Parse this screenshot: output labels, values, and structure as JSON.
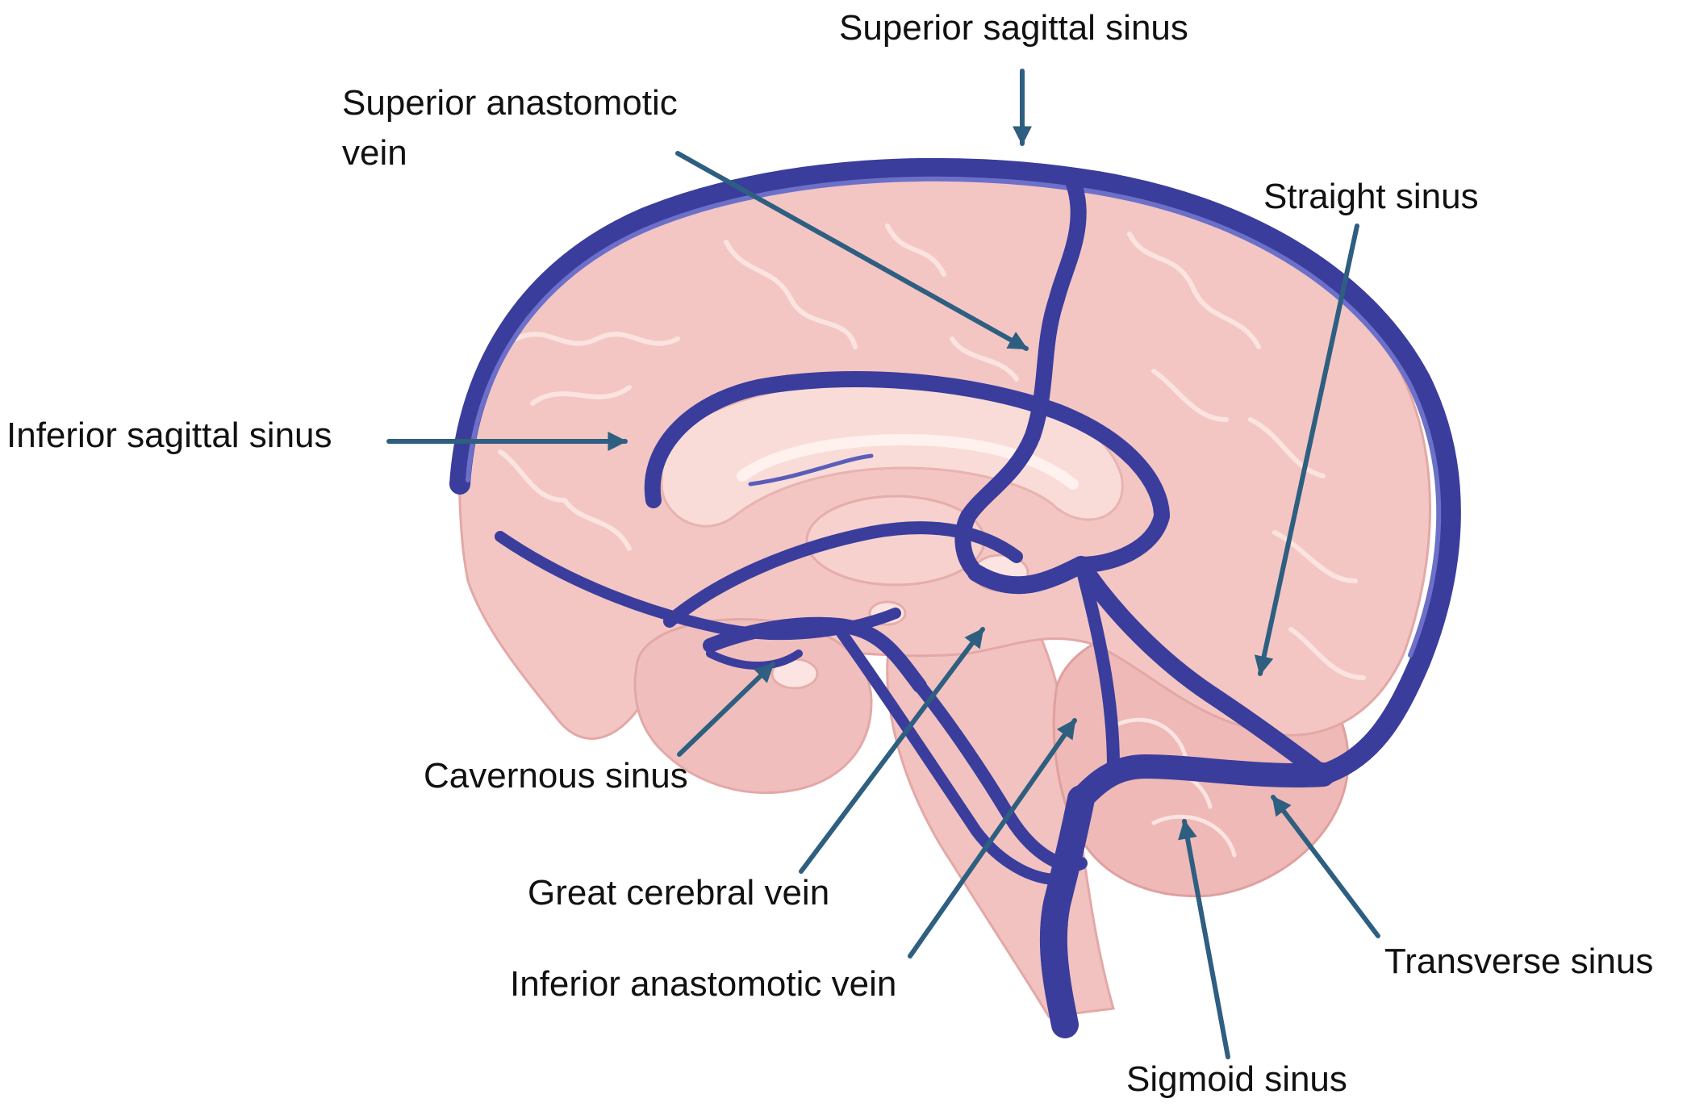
{
  "colors": {
    "vein": "#3a3d9c",
    "vein_highlight": "#6c70c8",
    "brain": "#f3c6c4",
    "brain_shadow": "#e3a8a6",
    "brain_light": "#f9dcd8",
    "arrow": "#2e5f80"
  },
  "labels": {
    "superior_sagittal_sinus": "Superior sagittal sinus",
    "superior_anastomotic_vein_line1": "Superior anastomotic",
    "superior_anastomotic_vein_line2": "vein",
    "straight_sinus": "Straight sinus",
    "inferior_sagittal_sinus": "Inferior sagittal sinus",
    "cavernous_sinus": "Cavernous sinus",
    "great_cerebral_vein": "Great cerebral vein",
    "inferior_anastomotic_vein": "Inferior anastomotic vein",
    "transverse_sinus": "Transverse sinus",
    "sigmoid_sinus": "Sigmoid sinus"
  }
}
